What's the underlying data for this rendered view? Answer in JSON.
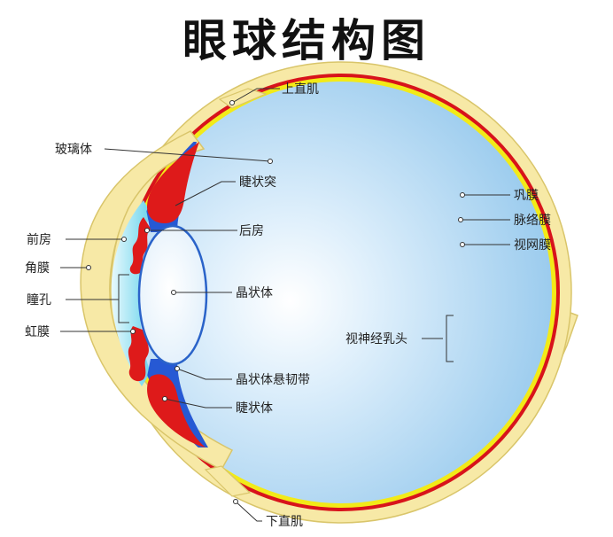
{
  "title": "眼球结构图",
  "labels": {
    "superior_rectus": "上直肌",
    "vitreous": "玻璃体",
    "ciliary_process": "睫状突",
    "posterior_chamber": "后房",
    "anterior_chamber": "前房",
    "cornea": "角膜",
    "pupil": "瞳孔",
    "lens": "晶状体",
    "iris": "虹膜",
    "zonule": "晶状体悬韧带",
    "ciliary_body": "睫状体",
    "inferior_rectus": "下直肌",
    "sclera": "巩膜",
    "choroid": "脉络膜",
    "retina": "视网膜",
    "optic_disc": "视神经乳头"
  },
  "colors": {
    "sclera": "#f7e9a6",
    "sclera_edge": "#d9c56a",
    "retina": "#f2ea18",
    "choroid": "#d8131b",
    "vitreous": "#9cccee",
    "vitreous_center": "#ffffff",
    "ciliary": "#2659d4",
    "lens": "#e2f0fb",
    "cornea_inner": "#6ad4ec",
    "iris": "#de1a1a"
  }
}
